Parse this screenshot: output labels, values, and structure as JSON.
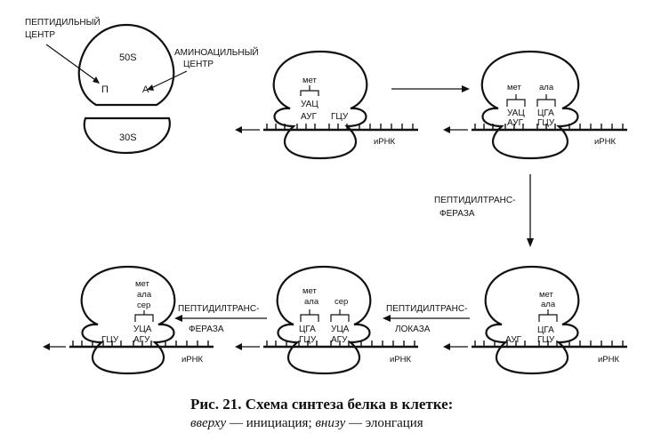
{
  "labels": {
    "peptidyl_line1": "ПЕПТИДИЛЬНЫЙ",
    "peptidyl_line2": "ЦЕНТР",
    "aminoacyl_line1": "АМИНОАЦИЛЬНЫЙ",
    "aminoacyl_line2": "ЦЕНТР",
    "large_subunit": "50S",
    "small_subunit": "30S",
    "p_site": "П",
    "a_site": "А",
    "mrna": "иРНК"
  },
  "stage1": {
    "aa": "мет",
    "anticodon": "УАЦ",
    "codon1": "АУГ",
    "codon2": "ГЦУ"
  },
  "stage2": {
    "aa1": "мет",
    "aa2": "ала",
    "anti1": "УАЦ",
    "anti2": "ЦГА",
    "codon1": "АУГ",
    "codon2": "ГЦУ"
  },
  "stage3": {
    "aa1": "мет",
    "aa2": "ала",
    "anti": "ЦГА",
    "codon0": "АУГ",
    "codon1": "ГЦУ"
  },
  "stage4": {
    "aa1": "мет",
    "aa2": "ала",
    "aa3": "сер",
    "anti1": "ЦГА",
    "anti2": "УЦА",
    "codon1": "ГЦУ",
    "codon2": "АГУ"
  },
  "stage5": {
    "aa1": "мет",
    "aa2": "ала",
    "aa3": "сер",
    "anti": "УЦА",
    "codon0": "ГЦУ",
    "codon1": "АГУ"
  },
  "enzymes": {
    "transferase_a_line1": "ПЕПТИДИЛТРАНС-",
    "transferase_a_line2": "ФЕРАЗА",
    "translocase_line1": "ПЕПТИДИЛТРАНС-",
    "translocase_line2": "ЛОКАЗА",
    "transferase_b_line1": "ПЕПТИДИЛТРАНС-",
    "transferase_b_line2": "ФЕРАЗА"
  },
  "caption": {
    "title": "Рис. 21. Схема синтеза белка в клетке:",
    "top_word": "вверху",
    "top_text": " — инициация; ",
    "bottom_word": "внизу",
    "bottom_text": " — элонгация"
  }
}
